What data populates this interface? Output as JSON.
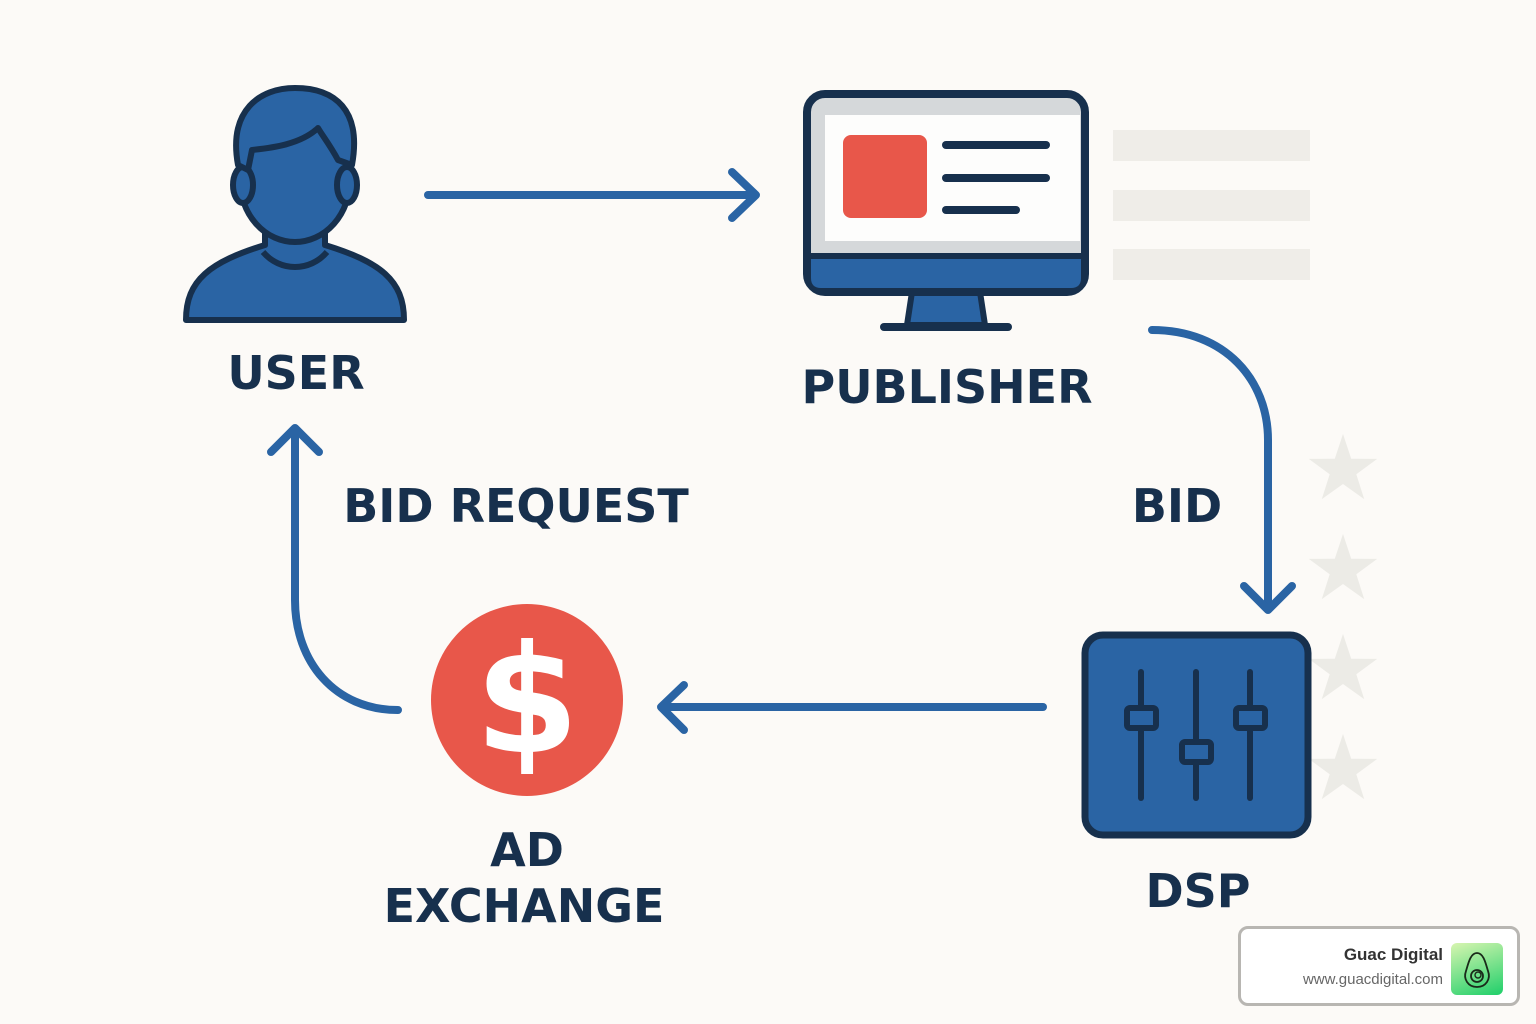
{
  "nodes": {
    "user": "USER",
    "publisher": "PUBLISHER",
    "ad_exchange_line1": "AD",
    "ad_exchange_line2": "EXCHANGE",
    "dsp": "DSP",
    "dollar_symbol": "$"
  },
  "edges": {
    "bid_request": "BID REQUEST",
    "bid": "BID"
  },
  "branding": {
    "name": "Guac Digital",
    "url": "www.guacdigital.com"
  },
  "colors": {
    "blue": "#2a64a4",
    "dark": "#17304d",
    "red": "#e8574a",
    "background": "#fcfaf7"
  }
}
